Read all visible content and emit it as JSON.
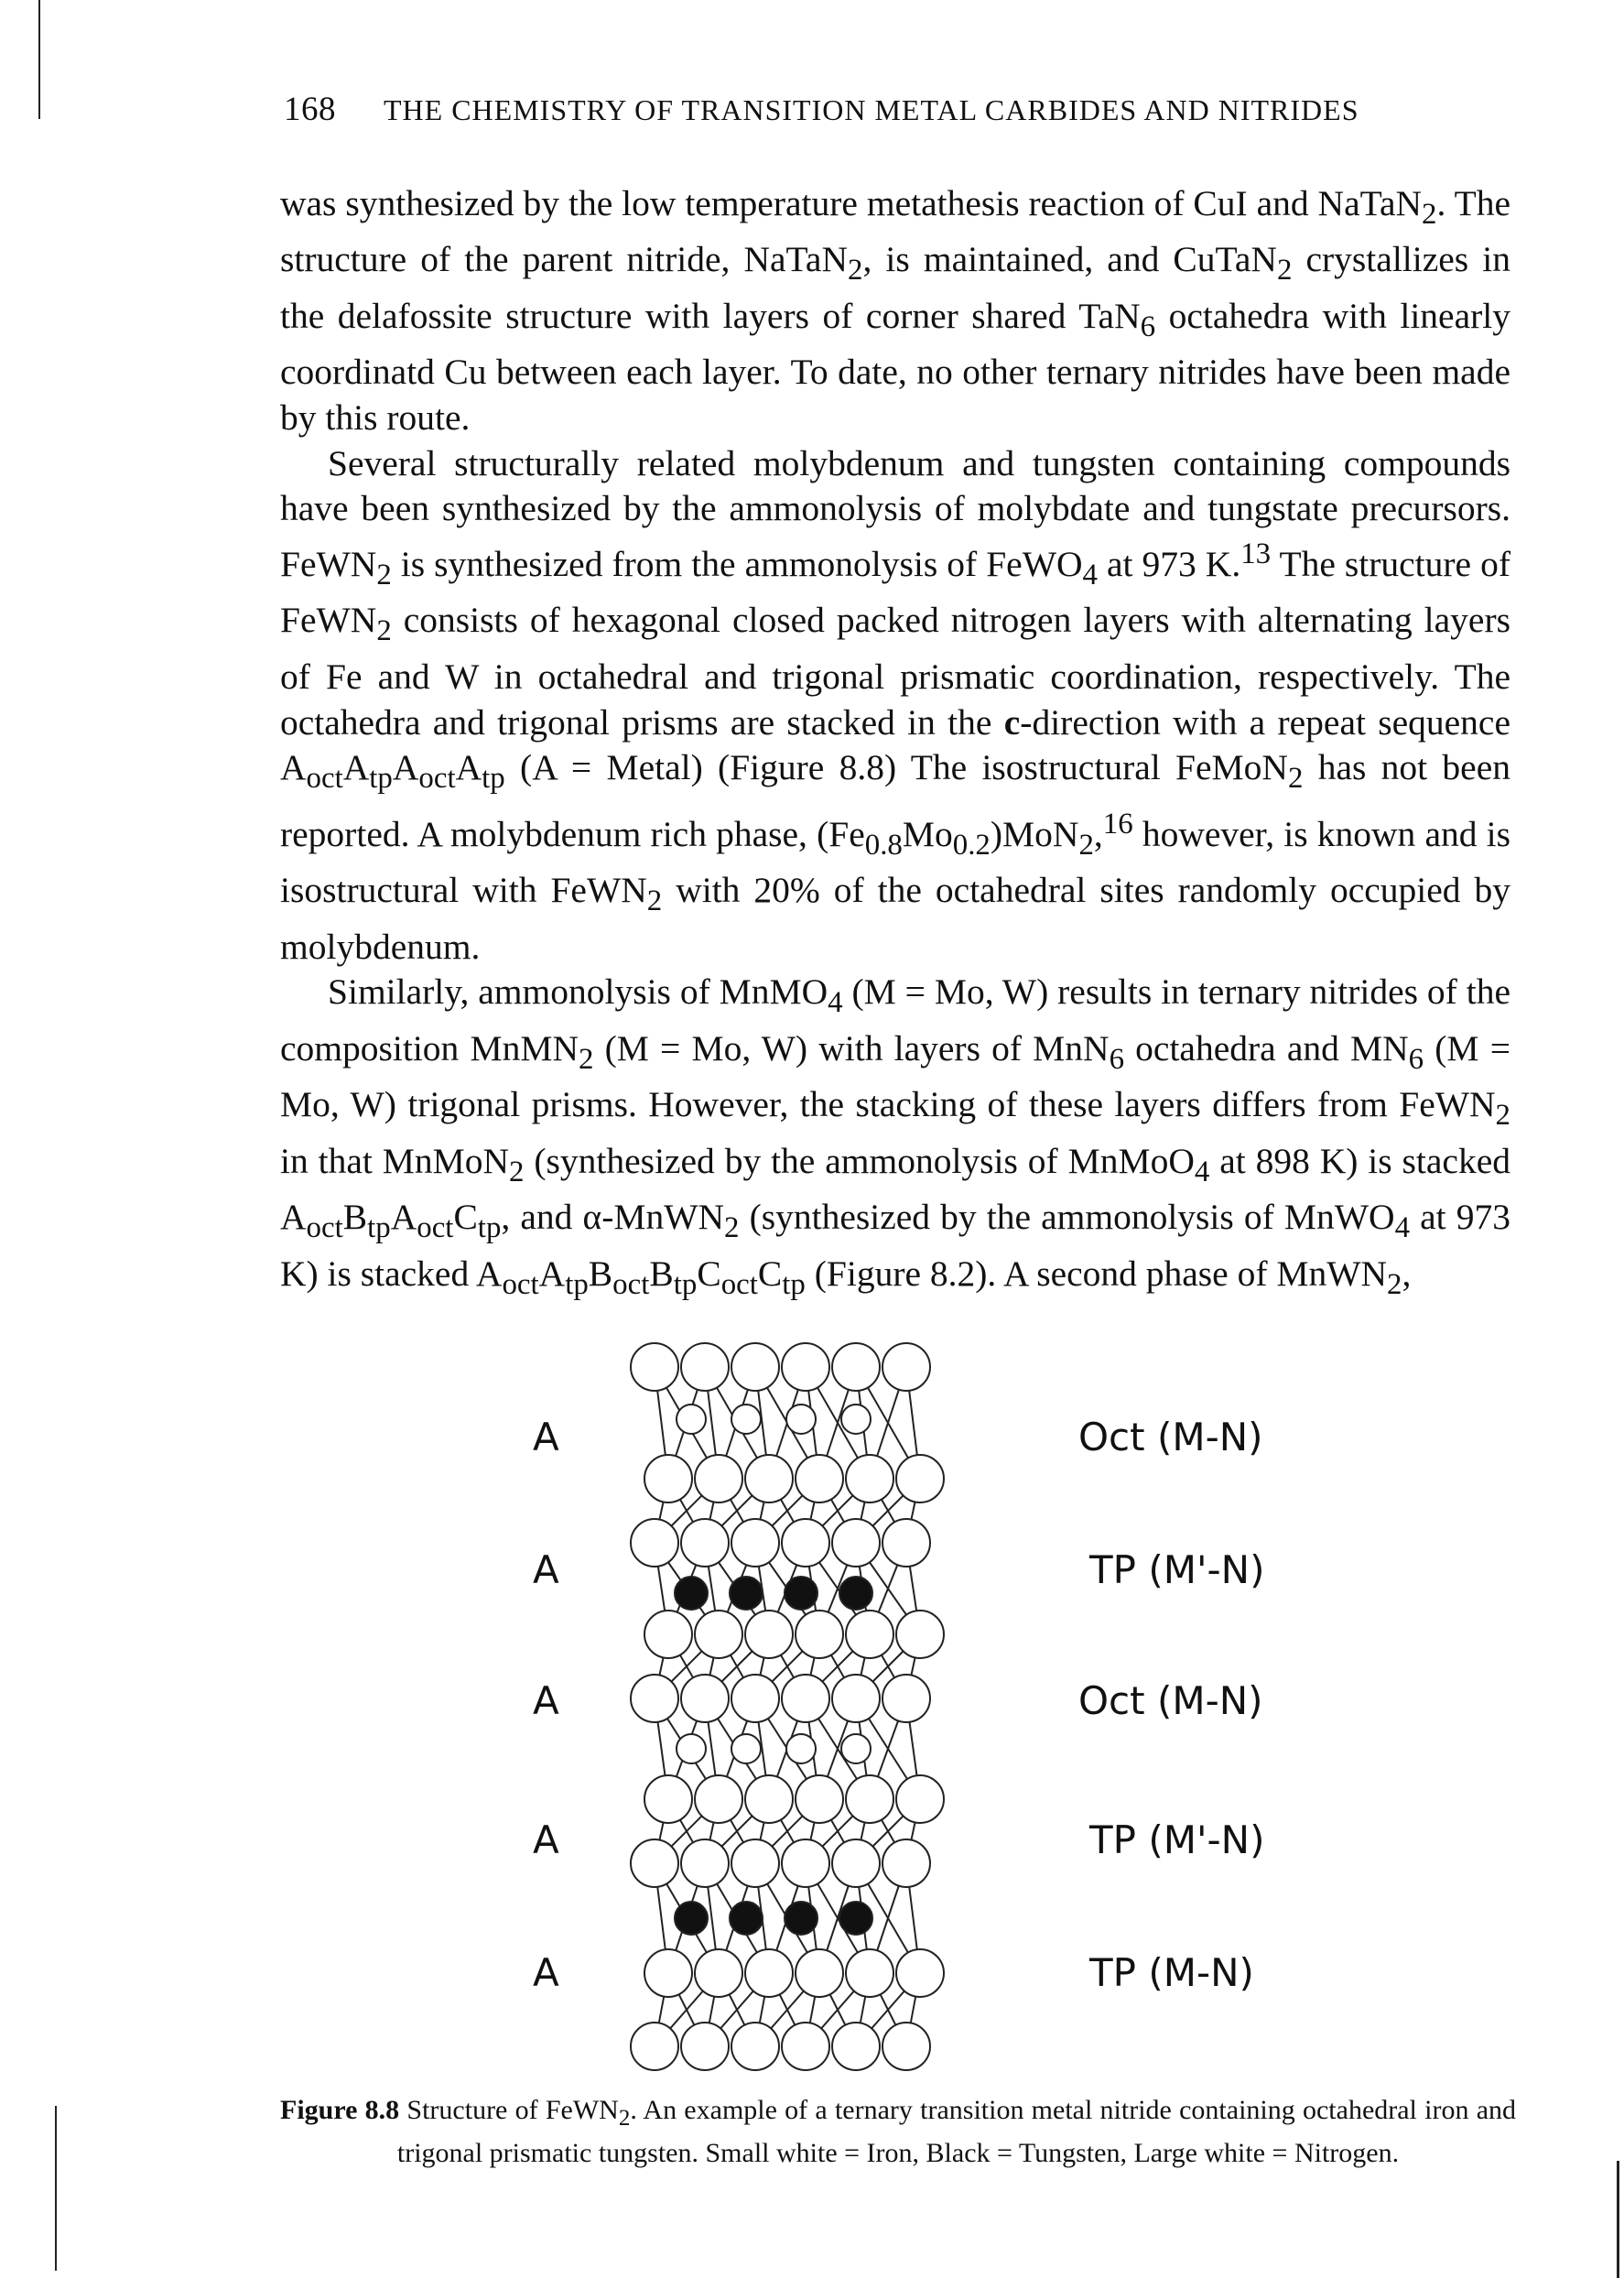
{
  "header": {
    "page_number": "168",
    "running_title": "THE CHEMISTRY OF TRANSITION METAL CARBIDES AND NITRIDES"
  },
  "paragraphs": [
    {
      "p1_a": "was synthesized by the low temperature metathesis reaction of CuI and NaTaN",
      "p1_b": ". The structure of the parent nitride, NaTaN",
      "p1_c": ", is maintained, and CuTaN",
      "p1_d": " crystallizes in the delafossite structure with layers of corner shared TaN",
      "p1_e": " octahedra with linearly coordinatd Cu between each layer. To date, no other ternary nitrides have been made by this route."
    }
  ],
  "p2": {
    "a": "Several structurally related molybdenum and tungsten containing compounds have been synthesized by the ammonolysis of molybdate and tungstate precursors. FeWN",
    "b": " is synthesized from the ammonolysis of FeWO",
    "c": " at 973 K.",
    "ref13": "13",
    "d": " The structure of FeWN",
    "e": " consists of hexagonal closed packed nitrogen layers with alternating layers of Fe and W in octahedral and trigonal prismatic coordination, respectively. The octahedra and trigonal prisms are stacked in the ",
    "cdir": "c",
    "f": "-direction with a repeat sequence A",
    "g": " (A = Metal) (Figure 8.8) The isostructural FeMoN",
    "h": " has not been reported. A molybdenum rich phase, (Fe",
    "i": ")MoN",
    "ref16": "16",
    "j": " however, is known and is isostructural with FeWN",
    "k": " with 20% of the octahedral sites randomly occupied by molybdenum."
  },
  "p3": {
    "a": "Similarly, ammonolysis of MnMO",
    "b": " (M = Mo, W) results in ternary nitrides of the composition MnMN",
    "c": " (M = Mo, W) with layers of MnN",
    "d": " octahedra and MN",
    "e": " (M = Mo, W) trigonal prisms. However, the stacking of these layers differs from FeWN",
    "f": " in that MnMoN",
    "g": " (synthesized by the ammonolysis of MnMoO",
    "h": " at 898 K) is stacked A",
    "i": ", and α-MnWN",
    "j": " (synthesized by the ammonolysis of MnWO",
    "k": " at 973 K) is stacked A",
    "l": " (Figure 8.2). A second phase of MnWN",
    "m": ","
  },
  "subs": {
    "two": "2",
    "four": "4",
    "six": "6",
    "oct": "oct",
    "tp": "tp",
    "fe_x": "0.8",
    "mo_x": "0.2",
    "mo": "Mo"
  },
  "figure": {
    "left_labels": [
      "A",
      "A",
      "A",
      "A",
      "A"
    ],
    "right_labels": [
      "Oct (M-N)",
      "TP (M'-N)",
      "Oct (M-N)",
      "TP (M'-N)",
      "TP (M-N)"
    ],
    "colors": {
      "nitrogen": "#ffffff",
      "iron": "#ffffff",
      "tungsten": "#111111"
    }
  },
  "caption": {
    "label": "Figure 8.8",
    "text_a": " Structure of FeWN",
    "text_b": ". An example of a ternary transition metal nitride containing octahedral iron and trigonal prismatic tungsten. Small white = Iron, Black = Tungsten, Large white = Nitrogen."
  }
}
